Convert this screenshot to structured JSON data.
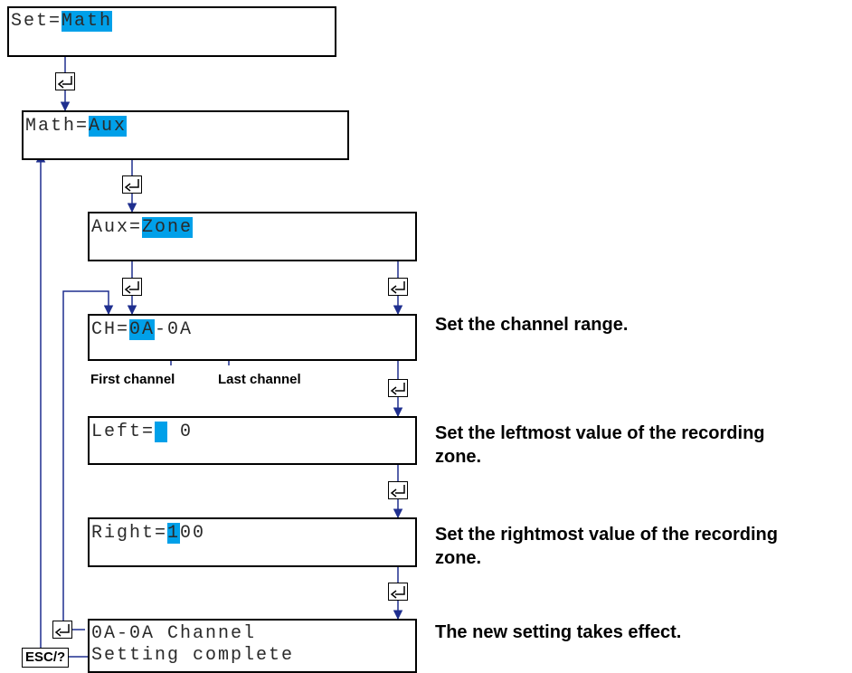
{
  "screens": {
    "set": {
      "prefix": "Set=",
      "value": "Math"
    },
    "math": {
      "prefix": "Math=",
      "value": "Aux"
    },
    "aux": {
      "prefix": "Aux=",
      "value": "Zone"
    },
    "ch": {
      "prefix": "CH=",
      "first": "0A",
      "sep": "-",
      "last": "0A"
    },
    "left": {
      "prefix": "Left=",
      "cursor": " ",
      "rest": " 0"
    },
    "right": {
      "prefix": "Right=",
      "cursor": "1",
      "rest": "00"
    },
    "complete": {
      "line1": "0A-0A Channel",
      "line2": "Setting complete"
    }
  },
  "labels": {
    "first_channel": "First channel",
    "last_channel": "Last channel"
  },
  "notes": {
    "channel_range": "Set the channel range.",
    "leftmost_line1": "Set the leftmost value of the recording",
    "leftmost_line2": "zone.",
    "rightmost_line1": "Set the rightmost value of the recording",
    "rightmost_line2": "zone.",
    "takes_effect": "The new setting takes effect."
  },
  "keys": {
    "enter_icon": "enter-key-icon",
    "esc_label": "ESC/?"
  },
  "colors": {
    "highlight": "#00a0e9",
    "connector": "#1f2f8f"
  }
}
